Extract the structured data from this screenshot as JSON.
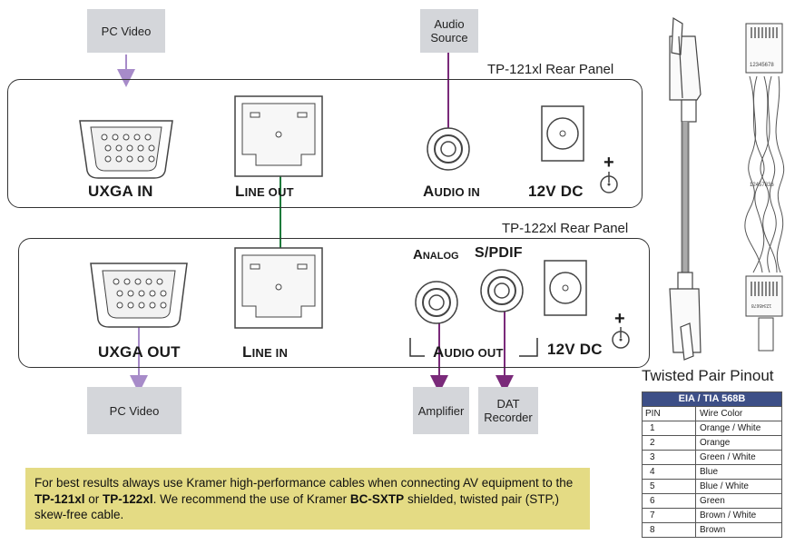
{
  "callouts": {
    "pc_video_top": "PC Video",
    "audio_source_line1": "Audio",
    "audio_source_line2": "Source",
    "pc_video_bottom": "PC Video",
    "amplifier": "Amplifier",
    "dat_line1": "DAT",
    "dat_line2": "Recorder"
  },
  "panel_top": {
    "title": "TP-121xl Rear Panel",
    "uxga_in": "UXGA IN",
    "line_out_l": "L",
    "line_out_rest": "INE OUT",
    "audio_in_a": "A",
    "audio_in_rest": "UDIO IN",
    "power": "12V DC",
    "plus": "+"
  },
  "panel_bottom": {
    "title": "TP-122xl Rear Panel",
    "analog_a": "A",
    "analog_rest": "NALOG",
    "spdif": "S/PDIF",
    "uxga_out": "UXGA OUT",
    "line_in_l": "L",
    "line_in_rest": "INE IN",
    "audio_out_a": "A",
    "audio_out_rest": "UDIO OUT",
    "power": "12V DC",
    "plus": "+"
  },
  "cable": {
    "top_pins": "12345678",
    "mid_pins": "12457836",
    "bottom_pins": "12345678"
  },
  "pinout": {
    "title": "Twisted Pair Pinout",
    "standard": "EIA / TIA 568B",
    "col_pin": "PIN",
    "col_color": "Wire Color",
    "rows": [
      {
        "pin": "1",
        "color": "Orange / White"
      },
      {
        "pin": "2",
        "color": "Orange"
      },
      {
        "pin": "3",
        "color": "Green / White"
      },
      {
        "pin": "4",
        "color": "Blue"
      },
      {
        "pin": "5",
        "color": "Blue / White"
      },
      {
        "pin": "6",
        "color": "Green"
      },
      {
        "pin": "7",
        "color": "Brown / White"
      },
      {
        "pin": "8",
        "color": "Brown"
      }
    ]
  },
  "note": {
    "t1": "For best results always use Kramer high-performance cables when connecting AV equipment to the ",
    "model1": "TP-121xl",
    "t2": " or ",
    "model2": "TP-122xl",
    "t3": ". We recommend the use of Kramer ",
    "cable": "BC-SXTP",
    "t4": " shielded, twisted pair (STP,) skew-free  cable."
  },
  "colors": {
    "video_arrow": "#a78bc9",
    "audio_arrow": "#7a2a7a",
    "link_arrow": "#1a7a3a",
    "note_bg": "#e4db84",
    "callout_bg": "#d4d6da",
    "table_header": "#3d4f87"
  }
}
